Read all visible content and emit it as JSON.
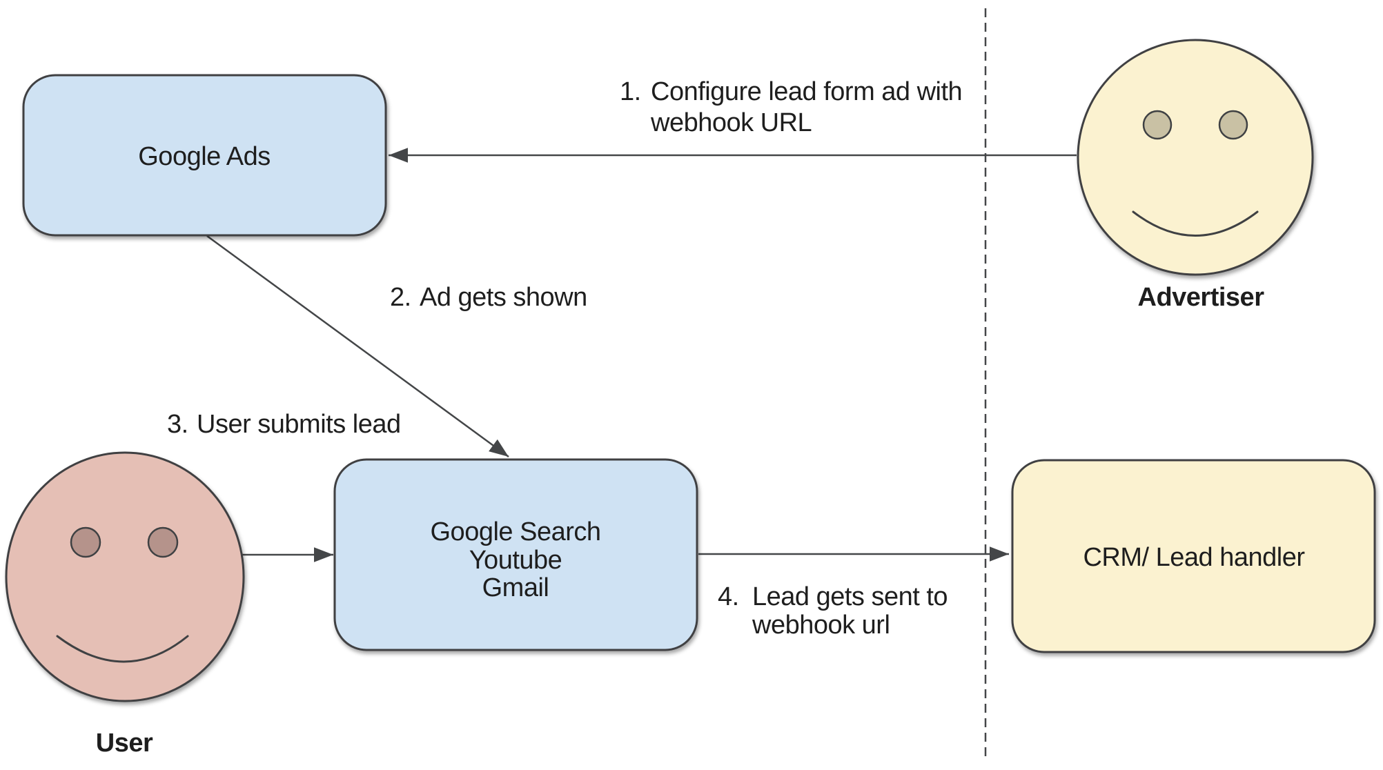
{
  "colors": {
    "background": "#ffffff",
    "blue_fill": "#cfe2f3",
    "cream_fill": "#fbf2d0",
    "pink_fill": "#e5bfb5",
    "advertiser_eye_fill": "#c9c1a4",
    "user_eye_fill": "#b5938b",
    "stroke": "#3f4143",
    "text": "#1e1e1e"
  },
  "nodes": {
    "google_ads": {
      "label": "Google Ads"
    },
    "google_properties": {
      "line1": "Google Search",
      "line2": "Youtube",
      "line3": "Gmail"
    },
    "crm": {
      "label": "CRM/ Lead handler"
    },
    "advertiser": {
      "label": "Advertiser"
    },
    "user": {
      "label": "User"
    }
  },
  "steps": {
    "step1": {
      "number": "1.",
      "line1": "Configure lead form ad with",
      "line2": "webhook URL"
    },
    "step2": {
      "number": "2.",
      "line1": "Ad gets shown"
    },
    "step3": {
      "number": "3.",
      "line1": "User submits lead"
    },
    "step4": {
      "number": "4.",
      "line1": "Lead gets sent to",
      "line2": "webhook url"
    }
  }
}
